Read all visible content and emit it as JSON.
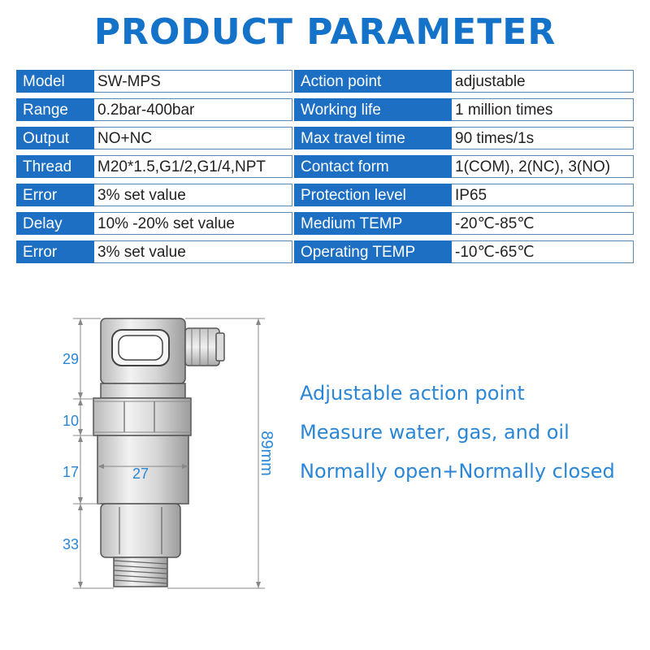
{
  "title": "PRODUCT PARAMETER",
  "params": [
    {
      "l1": "Model",
      "v1": "SW-MPS",
      "l2": "Action point",
      "v2": "adjustable"
    },
    {
      "l1": "Range",
      "v1": "0.2bar-400bar",
      "l2": "Working life",
      "v2": "1 million times"
    },
    {
      "l1": "Output",
      "v1": "NO+NC",
      "l2": "Max travel time",
      "v2": "90 times/1s"
    },
    {
      "l1": "Thread",
      "v1": "M20*1.5,G1/2,G1/4,NPT",
      "l2": "Contact form",
      "v2": "1(COM), 2(NC), 3(NO)"
    },
    {
      "l1": "Error",
      "v1": "3% set value",
      "l2": "Protection level",
      "v2": "IP65"
    },
    {
      "l1": "Delay",
      "v1": "10% -20% set value",
      "l2": "Medium TEMP",
      "v2": "-20℃-85℃"
    },
    {
      "l1": "Error",
      "v1": "3% set value",
      "l2": "Operating TEMP",
      "v2": "-10℃-65℃"
    }
  ],
  "dimensions": {
    "d1": "29",
    "d2": "10",
    "d3": "17",
    "d4": "33",
    "width": "27",
    "total": "89mm"
  },
  "features": [
    "Adjustable action point",
    "Measure water, gas, and oil",
    "Normally open+Normally closed"
  ]
}
